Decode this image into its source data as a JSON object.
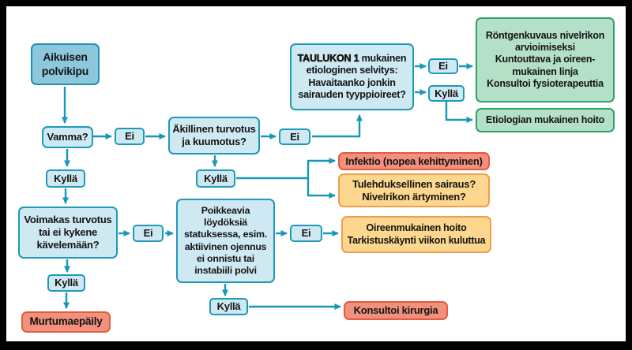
{
  "palette": {
    "connector_teal": "#1798b9",
    "question_box_fill": "#cfe9f2",
    "question_box_border": "#1e9ab8",
    "start_box_fill": "#8cc7db",
    "outcome_green_fill": "#b4e0c8",
    "outcome_green_border": "#2da169",
    "outcome_red_fill": "#f2907e",
    "outcome_red_border": "#e35b41",
    "outcome_orange_fill": "#fcd78d",
    "outcome_orange_border": "#ef9d4e",
    "frame": "#000000",
    "background": "#ffffff",
    "text": "#141414"
  },
  "labels": {
    "yes": "Kyllä",
    "no": "Ei"
  },
  "nodes": {
    "start": "Aikuisen\npolvikipu",
    "vamma": "Vamma?",
    "akillinen": "Äkillinen turvotus\nja kuumotus?",
    "taulukko_bold": "TAULUKON 1",
    "taulukko_rest": " mukainen\netiologinen selvitys:\nHavaitaanko jonkin\nsairauden tyyppioireet?",
    "rontgen": "Röntgenkuvaus nivelrikon\narvioimiseksi\nKuntouttava ja oireen-\nmukainen linja\nKonsultoi fysioterapeuttia",
    "etiologia": "Etiologian mukainen hoito",
    "infektio": "Infektio (nopea kehittyminen)",
    "tulehdus": "Tulehduksellinen sairaus?\nNivelrikon ärtyminen?",
    "voimakas": "Voimakas turvotus\ntai ei kykene\nkävelemään?",
    "poikkeavia": "Poikkeavia löydöksiä\nstatuksessa, esim.\naktiivinen ojennus\nei onnistu tai\ninstabiili polvi",
    "oireenmukainen": "Oireenmukainen hoito\nTarkistuskäynti viikon kuluttua",
    "murtuma": "Murtumaepäily",
    "kirurgia": "Konsultoi kirurgia"
  }
}
